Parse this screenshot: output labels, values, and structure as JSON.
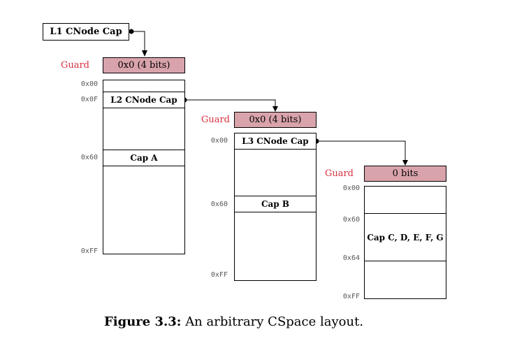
{
  "l1": {
    "cap_label": "L1 CNode Cap"
  },
  "level1": {
    "guard_label": "Guard",
    "guard_value": "0x0 (4 bits)",
    "addresses": [
      "0x00",
      "0x0F",
      "0x60",
      "0xFF"
    ],
    "slots": [
      "L2 CNode Cap",
      "Cap A"
    ]
  },
  "level2": {
    "guard_label": "Guard",
    "guard_value": "0x0 (4 bits)",
    "addresses": [
      "0x00",
      "0x60",
      "0xFF"
    ],
    "slots": [
      "L3 CNode Cap",
      "Cap B"
    ]
  },
  "level3": {
    "guard_label": "Guard",
    "guard_value": "0 bits",
    "addresses": [
      "0x00",
      "0x60",
      "0x64",
      "0xFF"
    ],
    "slots": [
      "Cap C, D, E, F, G"
    ]
  },
  "caption": {
    "prefix": "Figure 3.3:",
    "text": "An arbitrary CSpace layout."
  },
  "colors": {
    "guard_fill": "#d9a3ab",
    "guard_text": "#d8303f"
  }
}
